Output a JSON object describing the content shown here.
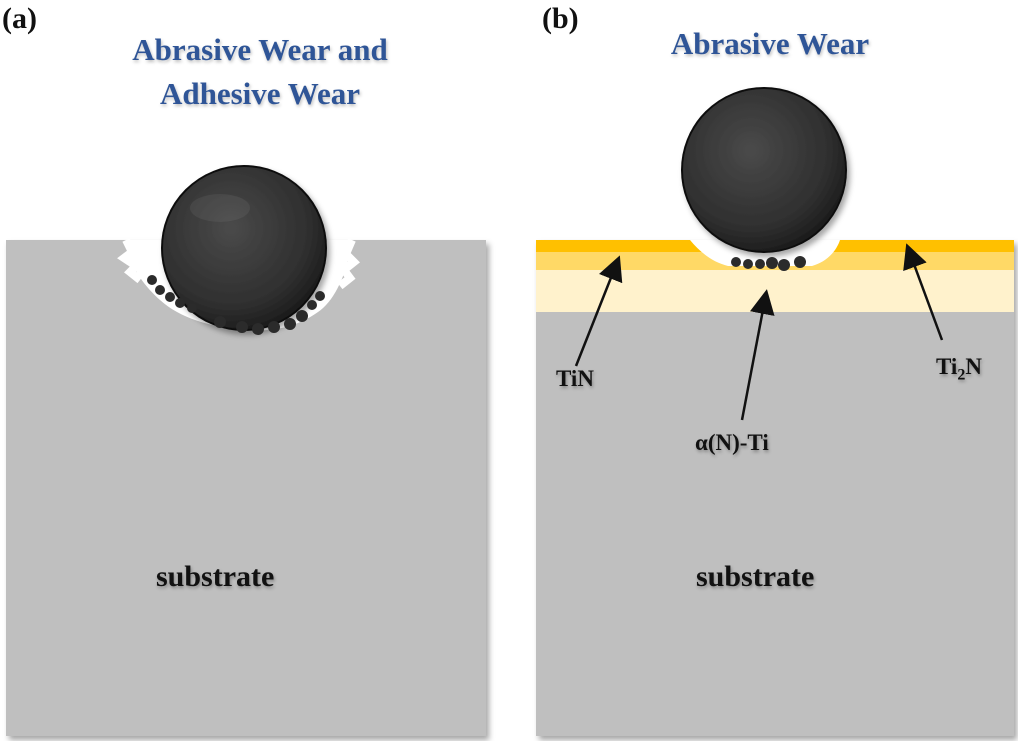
{
  "panel_a": {
    "tag": "(a)",
    "title_line1": "Abrasive Wear and",
    "title_line2": "Adhesive Wear",
    "substrate_label": "substrate"
  },
  "panel_b": {
    "tag": "(b)",
    "title": "Abrasive Wear",
    "substrate_label": "substrate",
    "layers": {
      "tin": "TiN",
      "alpha_prefix": "α(N)-Ti",
      "ti2n_base": "Ti",
      "ti2n_sub": "2",
      "ti2n_suffix": "N"
    }
  },
  "colors": {
    "title_blue": "#2f5597",
    "substrate_gray": "#bfbfbf",
    "ball_dark": "#2b2b2b",
    "tin_layer": "#ffc000",
    "ti2n_layer": "#ffd966",
    "alpha_layer": "#fff2cc"
  }
}
